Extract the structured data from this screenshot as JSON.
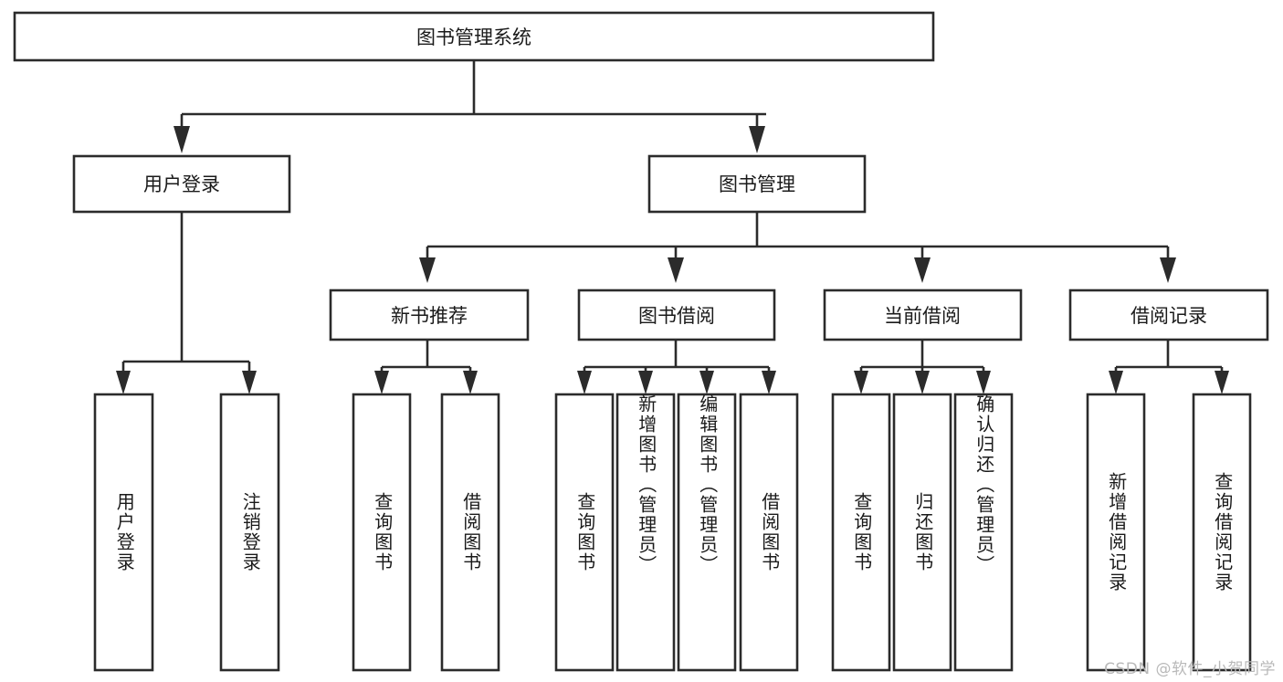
{
  "diagram": {
    "type": "tree-hierarchy",
    "title": "图书管理系统",
    "watermark": "CSDN @软件_小贺同学",
    "colors": {
      "stroke": "#2b2b2b",
      "fill": "#ffffff",
      "text": "#1a1a1a",
      "watermark": "#b9b9b9"
    },
    "root": {
      "label": "图书管理系统"
    },
    "level1": [
      {
        "label": "用户登录"
      },
      {
        "label": "图书管理"
      }
    ],
    "level2": [
      {
        "label": "新书推荐"
      },
      {
        "label": "图书借阅"
      },
      {
        "label": "当前借阅"
      },
      {
        "label": "借阅记录"
      }
    ],
    "leaves": {
      "user_login": [
        "用户登录",
        "注销登录"
      ],
      "new_book": [
        "查询图书",
        "借阅图书"
      ],
      "book_borrow": [
        "查询图书",
        "新增图书（管理员）",
        "编辑图书（管理员）",
        "借阅图书"
      ],
      "current_borrow": [
        "查询图书",
        "归还图书",
        "确认归还（管理员）"
      ],
      "borrow_record": [
        "新增借阅记录",
        "查询借阅记录"
      ]
    }
  }
}
